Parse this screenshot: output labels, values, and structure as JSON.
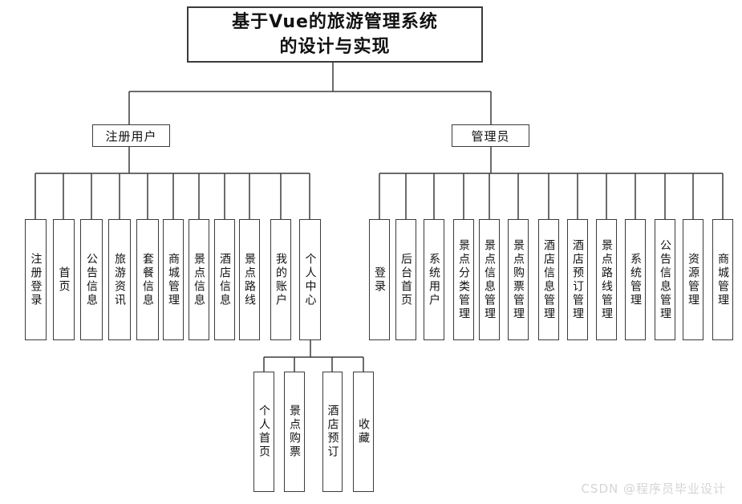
{
  "title": {
    "line1": "基于Vue的旅游管理系统",
    "line2": "的设计与实现"
  },
  "branches": {
    "user": {
      "label": "注册用户",
      "children": [
        {
          "label": "注册登录"
        },
        {
          "label": "首页"
        },
        {
          "label": "公告信息"
        },
        {
          "label": "旅游资讯"
        },
        {
          "label": "套餐信息"
        },
        {
          "label": "商城管理"
        },
        {
          "label": "景点信息"
        },
        {
          "label": "酒店信息"
        },
        {
          "label": "景点路线"
        },
        {
          "label": "我的账户"
        },
        {
          "label": "个人中心"
        }
      ]
    },
    "admin": {
      "label": "管理员",
      "children": [
        {
          "label": "登录"
        },
        {
          "label": "后台首页"
        },
        {
          "label": "系统用户"
        },
        {
          "label": "景点分类管理"
        },
        {
          "label": "景点信息管理"
        },
        {
          "label": "景点购票管理"
        },
        {
          "label": "酒店信息管理"
        },
        {
          "label": "酒店预订管理"
        },
        {
          "label": "景点路线管理"
        },
        {
          "label": "系统管理"
        },
        {
          "label": "公告信息管理"
        },
        {
          "label": "资源管理"
        },
        {
          "label": "商城管理"
        }
      ]
    },
    "personal_center": {
      "parent_label": "个人中心",
      "children": [
        {
          "label": "个人首页"
        },
        {
          "label": "景点购票"
        },
        {
          "label": "酒店预订"
        },
        {
          "label": "收藏"
        }
      ]
    }
  },
  "watermark": {
    "text": "CSDN @程序员毕业设计"
  },
  "colors": {
    "line": "#3b3b3b",
    "box_border": "#3b3b3b",
    "box_background": "#ffffff",
    "page_background": "#ffffff",
    "text": "#111111",
    "watermark_text": "#d6d4d4"
  }
}
